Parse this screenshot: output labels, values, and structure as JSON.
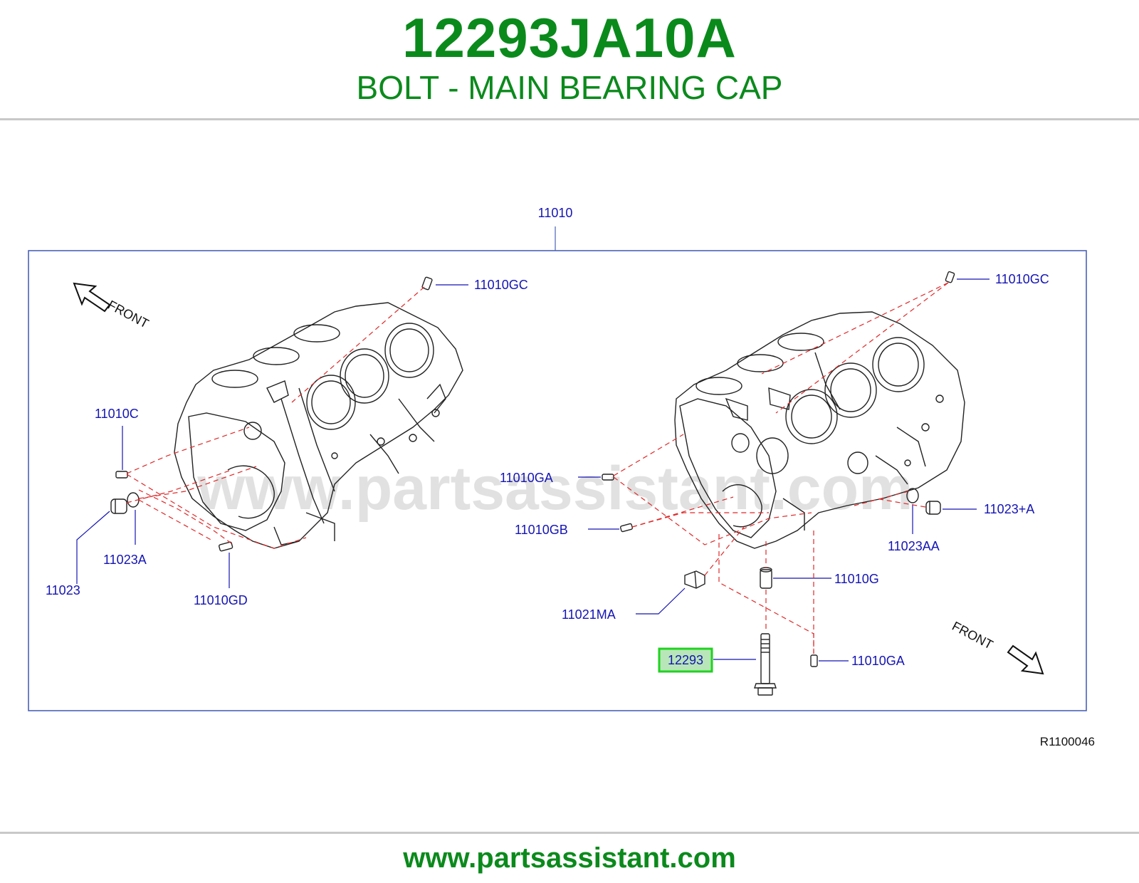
{
  "header": {
    "part_number": "12293JA10A",
    "description": "BOLT - MAIN BEARING CAP"
  },
  "diagram": {
    "group_label": "11010",
    "front_label": "FRONT",
    "watermark": "www.partsassistant.com",
    "reference": "R1100046",
    "left_block": {
      "gc": "11010GC",
      "c": "11010C",
      "a23": "11023A",
      "p23": "11023",
      "gd": "11010GD"
    },
    "right_block": {
      "gc": "11010GC",
      "ga": "11010GA",
      "gb": "11010GB",
      "p23a": "11023+A",
      "p23aa": "11023AA",
      "g": "11010G",
      "ma": "11021MA",
      "highlight": "12293",
      "ga2": "11010GA"
    }
  },
  "footer": {
    "website": "www.partsassistant.com"
  },
  "colors": {
    "title_green": "#0b8a1c",
    "label_blue": "#1414b4",
    "frame_blue": "#4a62b8",
    "highlight_green": "#1fd31f",
    "highlight_fill": "#b8e6b8",
    "dashed_red": "#e02828"
  },
  "icons": {
    "front_arrow": "front-arrow-icon"
  }
}
